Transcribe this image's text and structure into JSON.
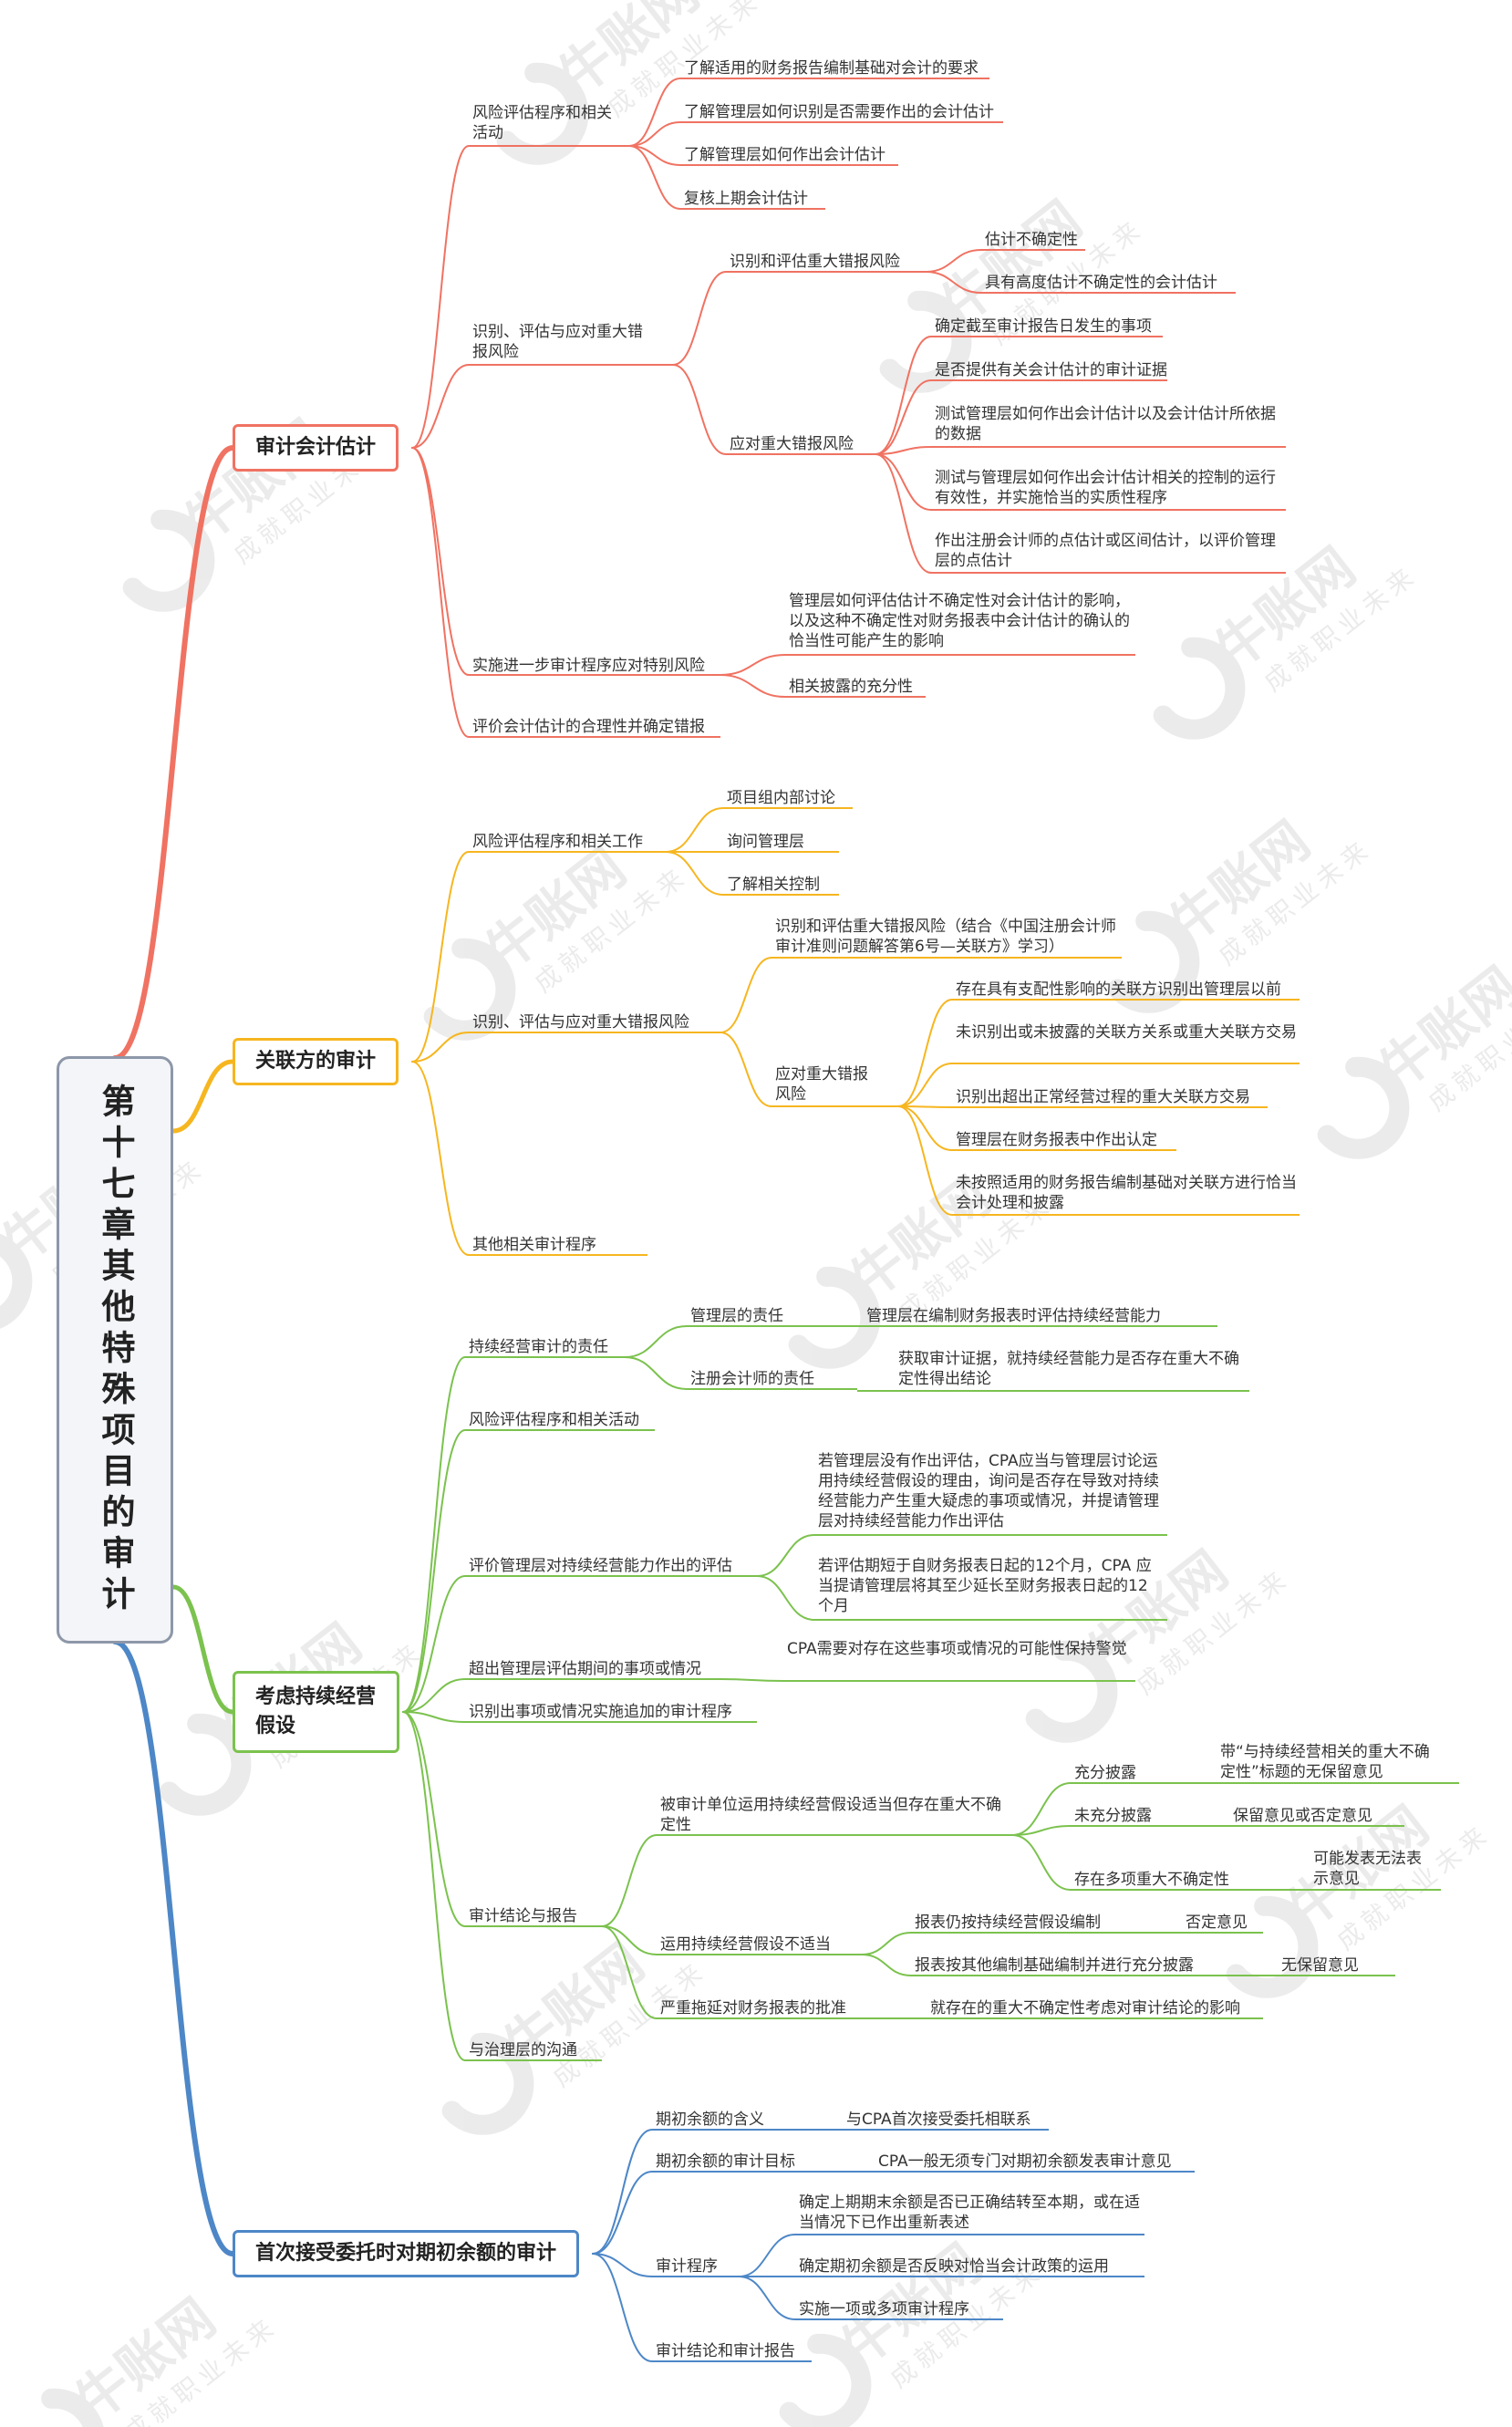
{
  "colors": {
    "estimate": "#f07262",
    "related": "#f6b620",
    "going_concern": "#7bc24e",
    "opening": "#4d87c7",
    "root_border": "#8d97a8",
    "watermark": "#dcdcdc"
  },
  "watermark": {
    "brand": "牛账网",
    "slogan": "成就职业未来"
  },
  "root": {
    "title": "第十七章其他特殊项目的审计"
  },
  "b1": {
    "title": "审计会计估计",
    "n1": "风险评估程序和相关活动",
    "n1_1": "了解适用的财务报告编制基础对会计的要求",
    "n1_2": "了解管理层如何识别是否需要作出的会计估计",
    "n1_3": "了解管理层如何作出会计估计",
    "n1_4": "复核上期会计估计",
    "n2": "识别、评估与应对重大错报风险",
    "n2_1": "识别和评估重大错报风险",
    "n2_1_1": "估计不确定性",
    "n2_1_2": "具有高度估计不确定性的会计估计",
    "n2_2": "应对重大错报风险",
    "n2_2_1": "确定截至审计报告日发生的事项",
    "n2_2_2": "是否提供有关会计估计的审计证据",
    "n2_2_3": "测试管理层如何作出会计估计以及会计估计所依据的数据",
    "n2_2_4": "测试与管理层如何作出会计估计相关的控制的运行有效性，并实施恰当的实质性程序",
    "n2_2_5": "作出注册会计师的点估计或区间估计，以评价管理层的点估计",
    "n3": "实施进一步审计程序应对特别风险",
    "n3_1": "管理层如何评估估计不确定性对会计估计的影响，以及这种不确定性对财务报表中会计估计的确认的恰当性可能产生的影响",
    "n3_2": "相关披露的充分性",
    "n4": "评价会计估计的合理性并确定错报"
  },
  "b2": {
    "title": "关联方的审计",
    "n1": "风险评估程序和相关工作",
    "n1_1": "项目组内部讨论",
    "n1_2": "询问管理层",
    "n1_3": "了解相关控制",
    "n2": "识别、评估与应对重大错报风险",
    "n2_1": "识别和评估重大错报风险（结合《中国注册会计师审计准则问题解答第6号—关联方》学习）",
    "n2_2": "应对重大错报风险",
    "n2_2_1": "存在具有支配性影响的关联方识别出管理层以前",
    "n2_2_2": "未识别出或未披露的关联方关系或重大关联方交易",
    "n2_2_3": "识别出超出正常经营过程的重大关联方交易",
    "n2_2_4": "管理层在财务报表中作出认定",
    "n2_2_5": "未按照适用的财务报告编制基础对关联方进行恰当会计处理和披露",
    "n3": "其他相关审计程序"
  },
  "b3": {
    "title": "考虑持续经营假设",
    "n1": "持续经营审计的责任",
    "n1_1": "管理层的责任",
    "n1_1_1": "管理层在编制财务报表时评估持续经营能力",
    "n1_2": "注册会计师的责任",
    "n1_2_1": "获取审计证据，就持续经营能力是否存在重大不确定性得出结论",
    "n2": "风险评估程序和相关活动",
    "n3": "评价管理层对持续经营能力作出的评估",
    "n3_1": "若管理层没有作出评估，CPA应当与管理层讨论运用持续经营假设的理由，询问是否存在导致对持续经营能力产生重大疑虑的事项或情况，并提请管理层对持续经营能力作出评估",
    "n3_2": "若评估期短于自财务报表日起的12个月，CPA 应当提请管理层将其至少延长至财务报表日起的12个月",
    "n4": "超出管理层评估期间的事项或情况",
    "n4_1": "CPA需要对存在这些事项或情况的可能性保持警觉",
    "n5": "识别出事项或情况实施追加的审计程序",
    "n6": "审计结论与报告",
    "n6_1": "被审计单位运用持续经营假设适当但存在重大不确定性",
    "n6_1_1": "充分披露",
    "n6_1_1_1": "带“与持续经营相关的重大不确定性”标题的无保留意见",
    "n6_1_2": "未充分披露",
    "n6_1_2_1": "保留意见或否定意见",
    "n6_1_3": "存在多项重大不确定性",
    "n6_1_3_1": "可能发表无法表示意见",
    "n6_2": "运用持续经营假设不适当",
    "n6_2_1": "报表仍按持续经营假设编制",
    "n6_2_1_1": "否定意见",
    "n6_2_2": "报表按其他编制基础编制并进行充分披露",
    "n6_2_2_1": "无保留意见",
    "n6_3": "严重拖延对财务报表的批准",
    "n6_3_1": "就存在的重大不确定性考虑对审计结论的影响",
    "n7": "与治理层的沟通"
  },
  "b4": {
    "title": "首次接受委托时对期初余额的审计",
    "n1": "期初余额的含义",
    "n1_1": "与CPA首次接受委托相联系",
    "n2": "期初余额的审计目标",
    "n2_1": "CPA一般无须专门对期初余额发表审计意见",
    "n3": "审计程序",
    "n3_1": "确定上期期末余额是否已正确结转至本期，或在适当情况下已作出重新表述",
    "n3_2": "确定期初余额是否反映对恰当会计政策的运用",
    "n3_3": "实施一项或多项审计程序",
    "n4": "审计结论和审计报告"
  }
}
